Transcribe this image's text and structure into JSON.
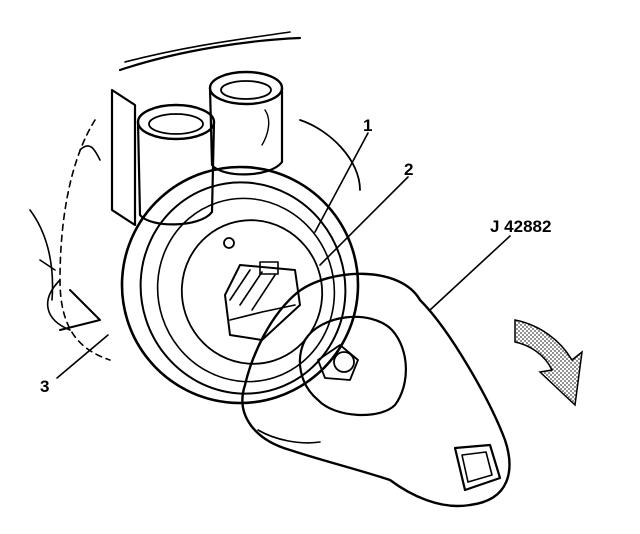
{
  "labels": {
    "part_1": "1",
    "part_2": "2",
    "part_3": "3",
    "tool": "J 42882"
  },
  "colors": {
    "ink": "#000000",
    "paper": "#ffffff",
    "stipple": "#8a8a8a"
  }
}
